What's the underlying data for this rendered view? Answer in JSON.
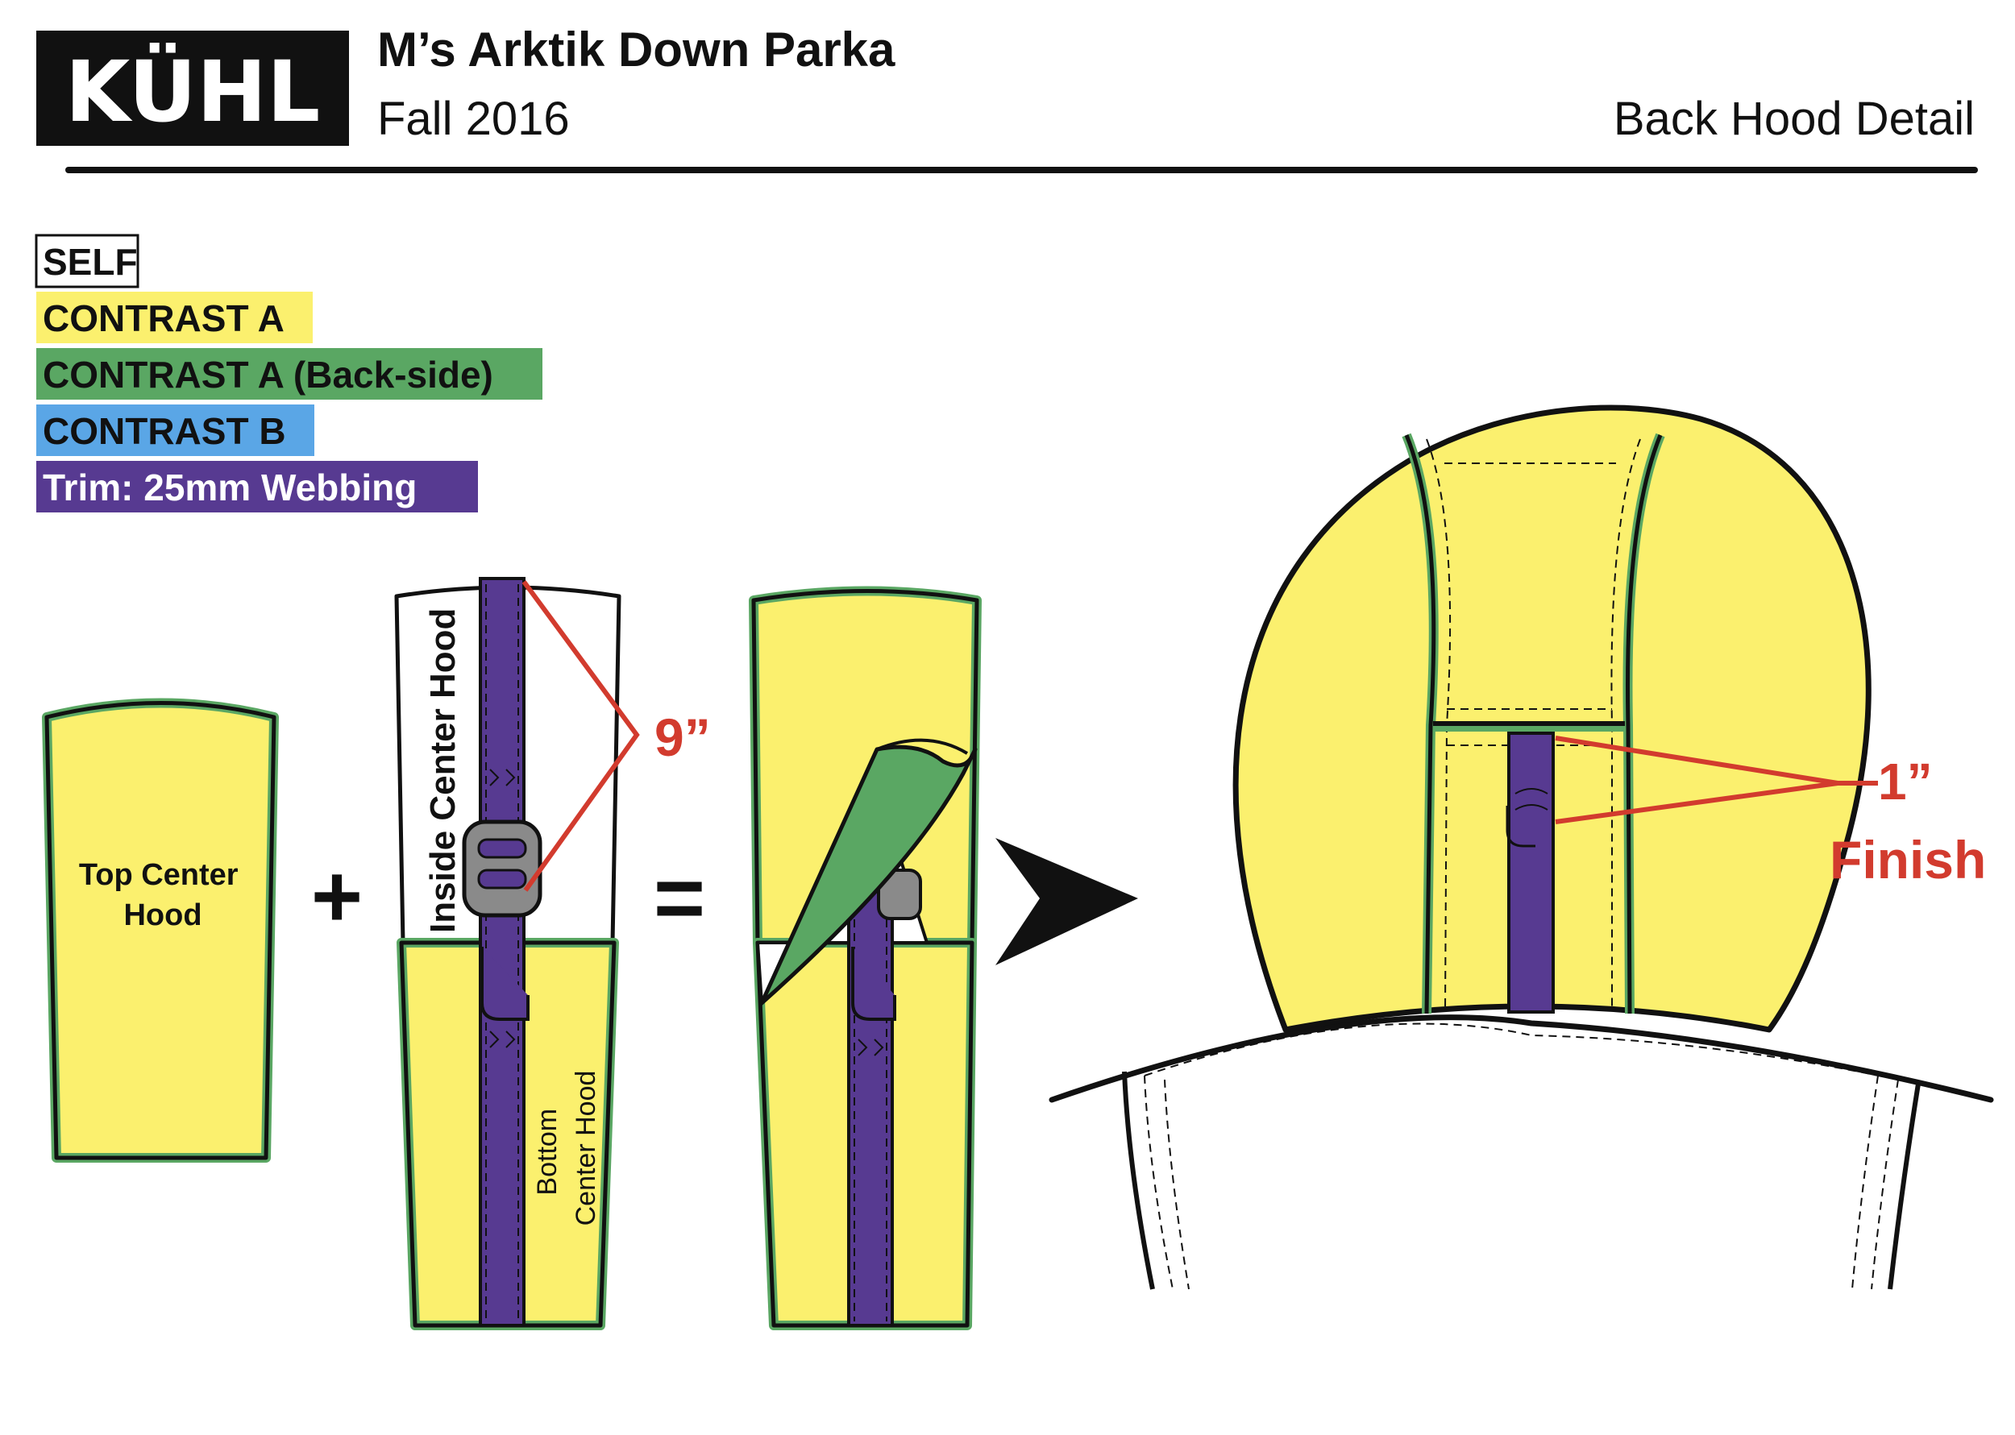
{
  "brand": {
    "logo_text": "KÜHL"
  },
  "header": {
    "title": "M’s Arktik Down Parka",
    "season": "Fall 2016",
    "view": "Back Hood Detail"
  },
  "legend": {
    "items": [
      {
        "label": "SELF",
        "color": "#ffffff",
        "text_color": "#111111"
      },
      {
        "label": "CONTRAST A",
        "color": "#fbf06e",
        "text_color": "#111111"
      },
      {
        "label": "CONTRAST A (Back-side)",
        "color": "#5aa763",
        "text_color": "#111111"
      },
      {
        "label": "CONTRAST B",
        "color": "#5aa6e6",
        "text_color": "#111111"
      },
      {
        "label": "Trim: 25mm Webbing",
        "color": "#573a91",
        "text_color": "#ffffff"
      }
    ]
  },
  "pieces": {
    "top_center": "Top Center\nHood",
    "inside_center": "Inside Center Hood",
    "bottom_center": "Bottom\nCenter Hood"
  },
  "operators": {
    "plus": "+",
    "equals": "="
  },
  "callouts": {
    "length": "9”",
    "width": "1”",
    "finish": "Finish"
  },
  "colors": {
    "outline": "#111111",
    "contrast_a": "#fbf06e",
    "contrast_a_back": "#5aa763",
    "webbing": "#573a91",
    "callout_red": "#d23b2e",
    "buckle": "#888888"
  }
}
